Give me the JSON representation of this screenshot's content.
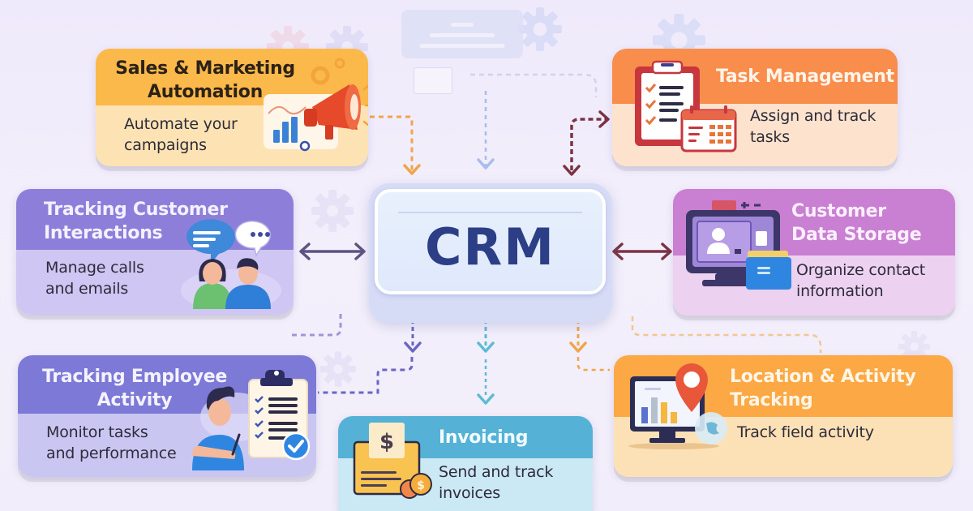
{
  "center": {
    "label": "CRM",
    "color": "#2c3e85"
  },
  "cards": [
    {
      "id": "sales-marketing",
      "title_lines": [
        "Sales & Marketing",
        "Automation"
      ],
      "desc_lines": [
        "Automate your",
        "campaigns"
      ],
      "icon": "megaphone-chart-icon",
      "head_color": "#fbb94b",
      "body_color": "#fde3b3",
      "title_color": "#2b2117"
    },
    {
      "id": "task-management",
      "title_lines": [
        "Task Management"
      ],
      "desc_lines": [
        "Assign and track",
        "tasks"
      ],
      "icon": "clipboard-calendar-icon",
      "head_color": "#f98d4c",
      "body_color": "#fde3cd",
      "title_color": "#fff4e8"
    },
    {
      "id": "customer-interactions",
      "title_lines": [
        "Tracking Customer",
        "Interactions"
      ],
      "desc_lines": [
        "Manage calls",
        "and emails"
      ],
      "icon": "people-chat-icon",
      "head_color": "#8d7fd9",
      "body_color": "#cfc6f3",
      "title_color": "#f4f1ff"
    },
    {
      "id": "customer-data-storage",
      "title_lines": [
        "Customer",
        "Data Storage"
      ],
      "desc_lines": [
        "Organize contact",
        "information"
      ],
      "icon": "monitor-folder-icon",
      "head_color": "#c97fd2",
      "body_color": "#ecd2f0",
      "title_color": "#fbeffd"
    },
    {
      "id": "employee-activity",
      "title_lines": [
        "Tracking Employee",
        "Activity"
      ],
      "desc_lines": [
        "Monitor tasks",
        "and performance"
      ],
      "icon": "employee-checklist-icon",
      "head_color": "#7d79d6",
      "body_color": "#c9c6f2",
      "title_color": "#f4f2ff"
    },
    {
      "id": "invoicing",
      "title_lines": [
        "Invoicing"
      ],
      "desc_lines": [
        "Send and track",
        "invoices"
      ],
      "icon": "invoice-coins-icon",
      "head_color": "#55b2d6",
      "body_color": "#cbe8f5",
      "title_color": "#f1fbff"
    },
    {
      "id": "location-tracking",
      "title_lines": [
        "Location & Activity",
        "Tracking"
      ],
      "desc_lines": [
        "Track field activity"
      ],
      "icon": "monitor-location-pin-icon",
      "head_color": "#fba845",
      "body_color": "#fde1b6",
      "title_color": "#fff6e6"
    }
  ],
  "connectors": [
    {
      "from": "sales-marketing",
      "to": "CRM",
      "style": "dashed",
      "color": "#f0a54a"
    },
    {
      "from": "top-panel",
      "to": "CRM",
      "style": "dashed",
      "color": "#9cb3e6"
    },
    {
      "from": "task-management",
      "to": "CRM",
      "style": "dashed-bidirectional",
      "color": "#7a3344"
    },
    {
      "from": "customer-interactions",
      "to": "CRM",
      "style": "solid-bidirectional",
      "color": "#5e5481"
    },
    {
      "from": "customer-data-storage",
      "to": "CRM",
      "style": "solid-bidirectional",
      "color": "#7a3344"
    },
    {
      "from": "CRM",
      "to": "employee-activity",
      "style": "dashed",
      "color": "#6a66c4"
    },
    {
      "from": "CRM",
      "to": "invoicing",
      "style": "dashed",
      "color": "#5bbcd3"
    },
    {
      "from": "CRM",
      "to": "location-tracking",
      "style": "dashed",
      "color": "#f0a54a"
    }
  ]
}
